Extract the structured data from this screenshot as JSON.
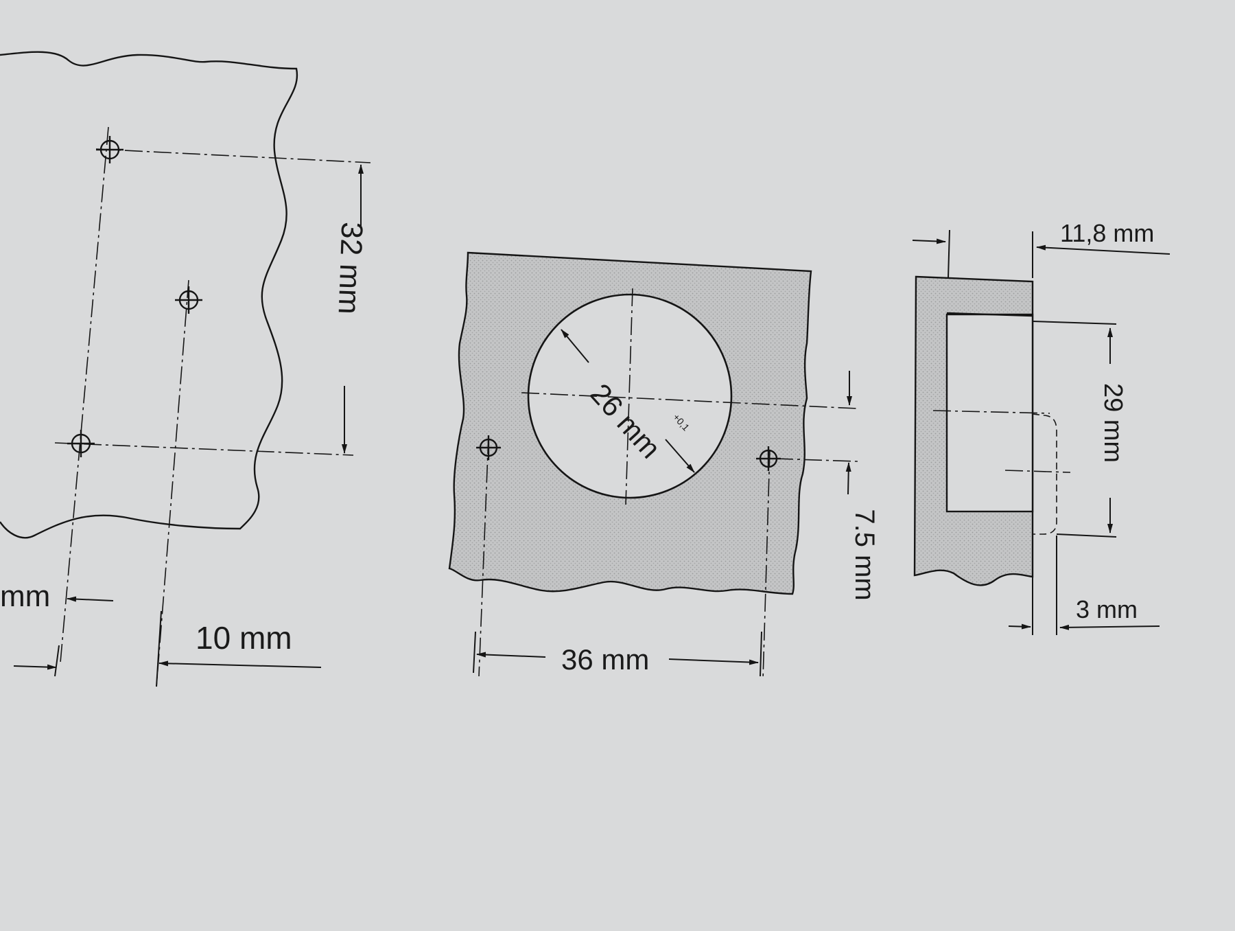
{
  "labels": {
    "partial_left": "mm",
    "spacing_10": "10 mm",
    "spacing_32": "32 mm",
    "cup_diameter": "26 mm",
    "cup_tolerance": "+0,1",
    "offset_7_5": "7.5 mm",
    "spacing_36": "36 mm",
    "depth_11_8": "11,8 mm",
    "height_29": "29 mm",
    "edge_3": "3 mm"
  },
  "colors": {
    "paper": "#d9dadb",
    "hatch_fill": "#c4c5c6",
    "ink": "#151515"
  }
}
